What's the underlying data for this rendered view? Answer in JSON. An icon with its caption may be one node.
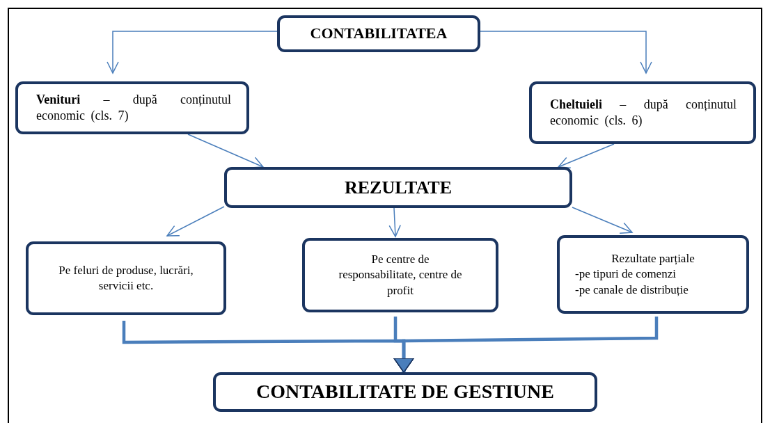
{
  "diagram": {
    "nodes": [
      {
        "text": [
          "CONTABILITATEA"
        ]
      },
      {
        "text": [
          "**Venituri** – după conținutul economic (cls. 7)"
        ]
      },
      {
        "text": [
          "**Cheltuieli** – după conținutul economic (cls. 6)"
        ]
      },
      {
        "text": [
          "REZULTATE"
        ]
      },
      {
        "text": [
          "Pe feluri de produse, lucrări, servicii etc."
        ]
      },
      {
        "text": [
          "Pe centre de responsabilitate, centre de profit"
        ]
      },
      {
        "text": [
          "Rezultate parțiale",
          "-pe tipuri de comenzi",
          "-pe canale de distribuție"
        ]
      },
      {
        "text": [
          "CONTABILITATE DE GESTIUNE"
        ]
      }
    ],
    "edges": [
      {
        "from": 0,
        "to": 1,
        "arrow": "to"
      },
      {
        "from": 0,
        "to": 2,
        "arrow": "to"
      },
      {
        "from": 1,
        "to": 3,
        "arrow": "to"
      },
      {
        "from": 2,
        "to": 3,
        "arrow": "to"
      },
      {
        "from": 3,
        "to": 4,
        "arrow": "to"
      },
      {
        "from": 3,
        "to": 5,
        "arrow": "to"
      },
      {
        "from": 3,
        "to": 6,
        "arrow": "to"
      },
      {
        "from": 4,
        "to": 7,
        "arrow": "to",
        "style": "thick"
      },
      {
        "from": 5,
        "to": 7,
        "arrow": "to",
        "style": "thick"
      },
      {
        "from": 6,
        "to": 7,
        "arrow": "to",
        "style": "thick"
      }
    ]
  }
}
